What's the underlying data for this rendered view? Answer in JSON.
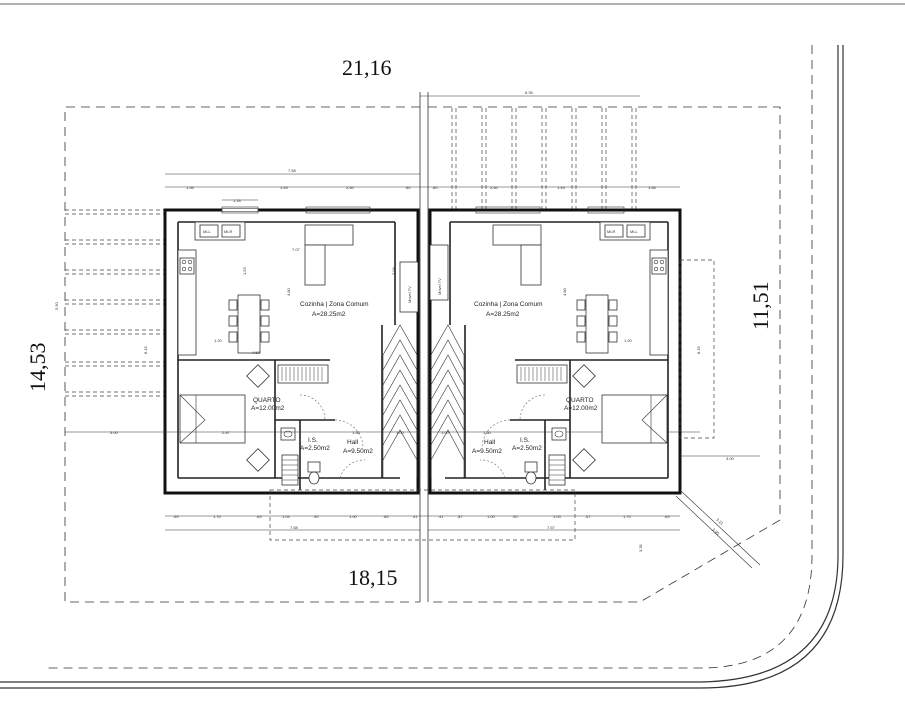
{
  "overall": {
    "top_width": "21,16",
    "bottom_width": "18,15",
    "left_depth": "14,53",
    "right_depth": "11,51",
    "top_small": "6.35"
  },
  "rooms": {
    "kitchen_left_name": "Cozinha | Zona Comum",
    "kitchen_left_area": "A=28.25m2",
    "kitchen_right_name": "Cozinha | Zona Comum",
    "kitchen_right_area": "A=28.25m2",
    "quarto_left_name": "QUARTO",
    "quarto_left_area": "A=12.00m2",
    "quarto_right_name": "QUARTO",
    "quarto_right_area": "A=12.00m2",
    "hall_left_name": "Hall",
    "hall_left_area": "A=9.50m2",
    "hall_right_name": "Hall",
    "hall_right_area": "A=9.50m2",
    "is_left_name": "I.S.",
    "is_left_area": "A=2.50m2",
    "is_right_name": "I.S.",
    "is_right_area": "A=2.50m2",
    "movel_left": "Movel TV",
    "movel_right": "Móvel TV"
  },
  "labels": {
    "mlr": "MLR",
    "mll": "MLL"
  },
  "dims_top": {
    "total_left": "7.58",
    "d1": "1.56",
    "d2": "1.43",
    "d3": "2.60",
    "d4": ".80",
    "d5": ".80",
    "d6": "2.60",
    "d7": "1.43",
    "d8": "1.56",
    "small": "1.18"
  },
  "dims_bottom": {
    "b1": ".69",
    "b2": "1.70",
    "b3": ".69",
    "b4": "1.03",
    "b5": ".50",
    "b6": "1.00",
    "b7": ".85",
    "b8": ".41",
    "b9": ".41",
    "b10": ".87",
    "b11": "1.00",
    "b12": ".50",
    "b13": "1.03",
    "b14": ".67",
    "b15": "1.70",
    "b16": ".69",
    "total_left": "7.58",
    "total_right": "7.57"
  },
  "dims_inner": {
    "l_707": "7.07",
    "l_480": "4.80",
    "l_153": "1.53",
    "l_120": "1.20",
    "l_450": "4.50",
    "l_304": "3.04",
    "r_480": "4.80",
    "r_120": "1.20",
    "l_300": "3.00",
    "l_287": "2.87",
    "l_150": "1.50",
    "l_100": "1.00",
    "r_100": "1.00",
    "r_150": "1.50",
    "r_286": "2.86",
    "r_300": "3.00",
    "l_550": "5.50",
    "l_815": "8.15",
    "r_815": "8.15",
    "r_335": "3.35",
    "diag1": "3.21",
    "diag2": "3.90"
  }
}
